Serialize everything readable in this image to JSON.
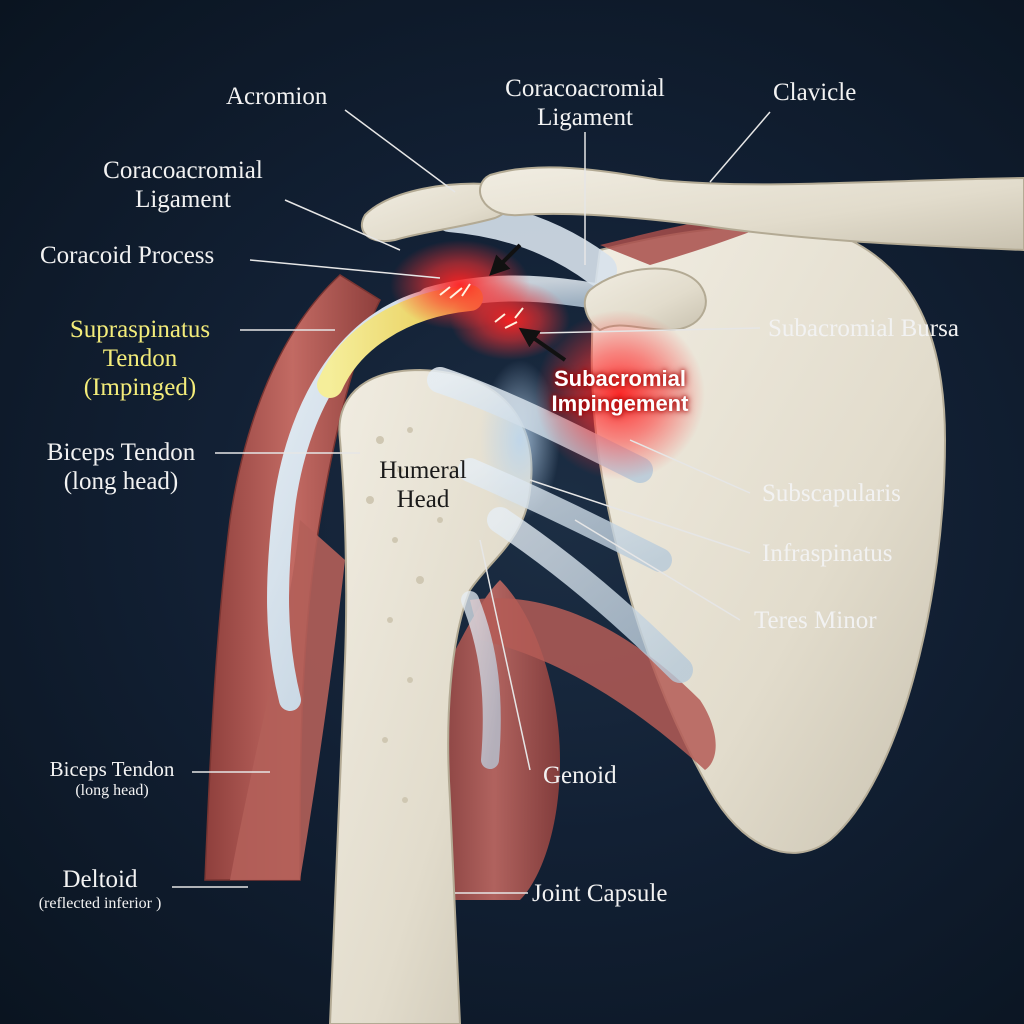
{
  "labels": {
    "acromion": "Acromion",
    "coracoacromial_top_line1": "Coracoacromial",
    "coracoacromial_top_line2": "Ligament",
    "clavicle": "Clavicle",
    "coracoacromial_left_line1": "Coracoacromial",
    "coracoacromial_left_line2": "Ligament",
    "coracoid_process": "Coracoid Process",
    "supraspinatus_line1": "Supraspinatus",
    "supraspinatus_line2": "Tendon",
    "supraspinatus_line3": "(Impinged)",
    "subacromial_bursa": "Subacromial Bursa",
    "impingement_line1": "Subacromial",
    "impingement_line2": "Impingement",
    "biceps_upper_line1": "Biceps Tendon",
    "biceps_upper_line2": "(long head)",
    "humeral_head_line1": "Humeral",
    "humeral_head_line2": "Head",
    "subscapularis": "Subscapularis",
    "infraspinatus": "Infraspinatus",
    "teres_minor": "Teres Minor",
    "biceps_lower_line1": "Biceps Tendon",
    "biceps_lower_line2": "(long head)",
    "genoid": "Genoid",
    "deltoid_line1": "Deltoid",
    "deltoid_line2": "(reflected inferior )",
    "joint_capsule": "Joint Capsule"
  },
  "colors": {
    "background": "#122034",
    "bone": "#e6e1d3",
    "muscle": "#b85a55",
    "tendon": "#c9d9e6",
    "impinged_tendon": "#f0e070",
    "inflammation": "#ff2a2a",
    "label_text": "#f2f2f2",
    "highlight_label": "#f3ec7a"
  }
}
